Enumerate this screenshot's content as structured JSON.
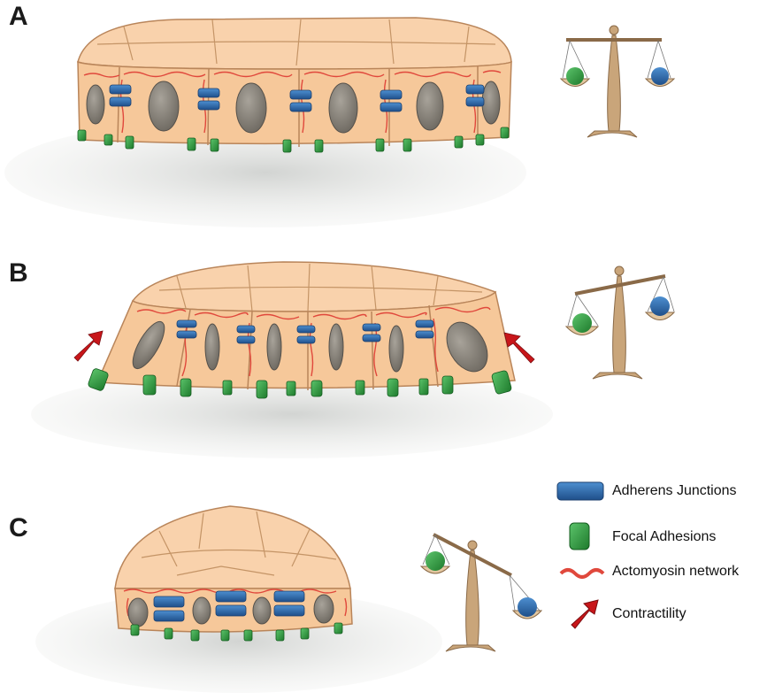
{
  "panels": [
    {
      "label": "A"
    },
    {
      "label": "B"
    },
    {
      "label": "C"
    }
  ],
  "legend": {
    "items": [
      {
        "label": "Adherens Junctions",
        "icon": "adherens-junction-icon",
        "color": "#2f6fb0"
      },
      {
        "label": "Focal Adhesions",
        "icon": "focal-adhesion-icon",
        "color": "#2e9e3c"
      },
      {
        "label": "Actomyosin network",
        "icon": "actomyosin-network-icon",
        "color": "#e0483c"
      },
      {
        "label": "Contractility",
        "icon": "contractility-arrow-icon",
        "color": "#c8161a"
      }
    ]
  },
  "colors": {
    "cell_fill": "#f6c89a",
    "cell_top": "#f9d2ac",
    "cell_outline": "#b9855a",
    "nucleus": "#8a857d",
    "substrate": "#d9dbd9",
    "balance": "#c9a57a",
    "adherens": "#2f6fb0",
    "focal": "#2e9e3c",
    "actomyosin": "#e0483c",
    "arrow": "#c8161a"
  }
}
